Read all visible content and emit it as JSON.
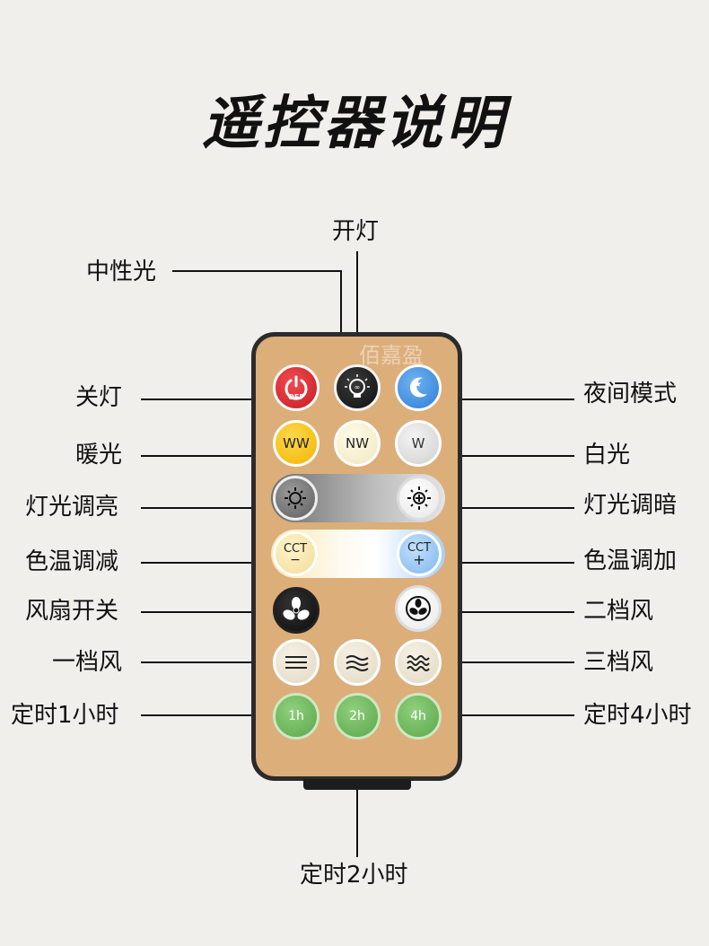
{
  "title": "遥控器说明",
  "watermark": "佰嘉盈",
  "labels": {
    "kai_deng": "开灯",
    "zhong_xing_guang": "中性光",
    "guan_deng": "关灯",
    "ye_jian_mo_shi": "夜间模式",
    "nuan_guang": "暖光",
    "bai_guang": "白光",
    "deng_guang_tiao_liang": "灯光调亮",
    "deng_guang_tiao_an": "灯光调暗",
    "se_wen_tiao_jian": "色温调减",
    "se_wen_tiao_jia": "色温调加",
    "feng_shan_kai_guan": "风扇开关",
    "er_dang_feng": "二档风",
    "yi_dang_feng": "一档风",
    "san_dang_feng": "三档风",
    "ding_shi_1h": "定时1小时",
    "ding_shi_4h": "定时4小时",
    "ding_shi_2h": "定时2小时"
  },
  "buttons": {
    "off": "OFF",
    "ww": "WW",
    "nw": "NW",
    "w": "W",
    "cct_minus_top": "CCT",
    "cct_minus_sign": "−",
    "cct_plus_top": "CCT",
    "cct_plus_sign": "+",
    "t1": "1h",
    "t2": "2h",
    "t4": "4h"
  },
  "colors": {
    "background": "#f1efec",
    "remote_body": "#dcae7a",
    "power_red": "#d9232a",
    "night_blue": "#3f8fe0",
    "warm_yellow": "#f7c31e",
    "timer_green": "#6db35c"
  },
  "icons": [
    "power-icon",
    "bulb-icon",
    "moon-icon",
    "dim-icon",
    "bright-icon",
    "fan-icon",
    "fan-speed-icon",
    "wind-1-icon",
    "wind-2-icon",
    "wind-3-icon"
  ]
}
